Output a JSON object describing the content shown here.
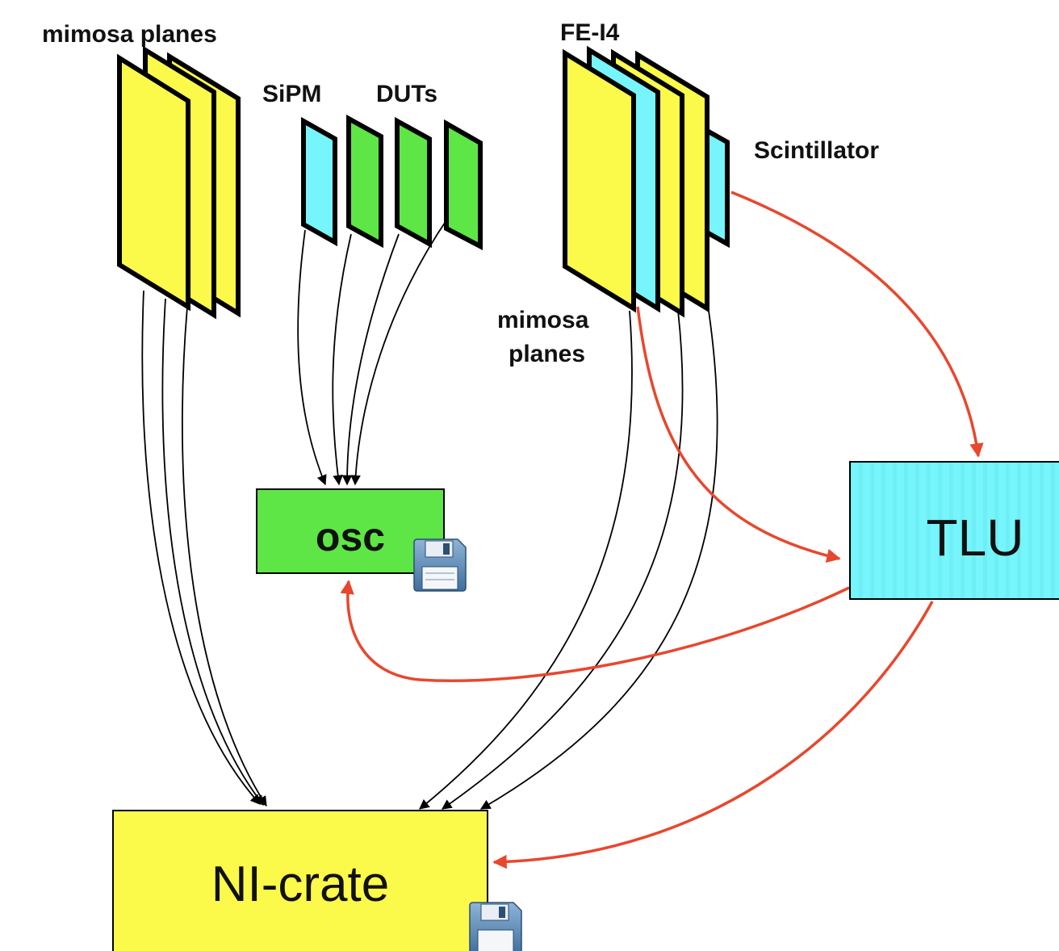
{
  "labels": {
    "mimosa_planes_top": "mimosa planes",
    "sipm": "SiPM",
    "duts": "DUTs",
    "fe_i4": "FE-I4",
    "scintillator": "Scintillator",
    "mimosa_planes_right_line1": "mimosa",
    "mimosa_planes_right_line2": "planes"
  },
  "boxes": {
    "osc": "osc",
    "tlu": "TLU",
    "ni_crate": "NI-crate"
  },
  "icons": {
    "osc_storage": "floppy-disk-icon",
    "ni_crate_storage": "floppy-disk-icon"
  },
  "colors": {
    "yellow": "#fbf94a",
    "green": "#5de645",
    "cyan": "#76f6fc",
    "red_arrow": "#e8472e",
    "black_arrow": "#000000"
  }
}
